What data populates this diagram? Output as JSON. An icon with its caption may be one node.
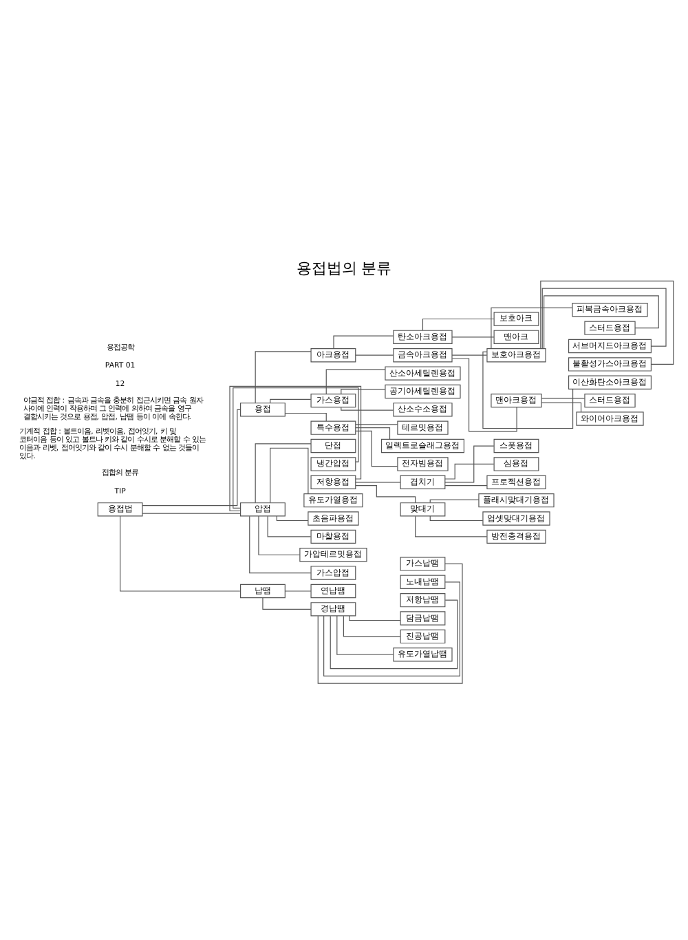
{
  "diagram": {
    "title": "용접법의 분류",
    "nodes": [
      {
        "text": [
          "용접법"
        ]
      },
      {
        "text": [
          "용접"
        ]
      },
      {
        "text": [
          "아크용접"
        ]
      },
      {
        "text": [
          "탄소아크용접"
        ]
      },
      {
        "text": [
          "보호아크"
        ]
      },
      {
        "text": [
          "맨아크"
        ]
      },
      {
        "text": [
          "금속아크용접"
        ]
      },
      {
        "text": [
          "보호아크용접"
        ]
      },
      {
        "text": [
          "피복금속아크용접"
        ]
      },
      {
        "text": [
          "스터드용접"
        ]
      },
      {
        "text": [
          "서브머지드아크용접"
        ]
      },
      {
        "text": [
          "불활성가스아크용접"
        ]
      },
      {
        "text": [
          "이산화탄소아크용접"
        ]
      },
      {
        "text": [
          "맨아크용접"
        ]
      },
      {
        "text": [
          "스터드용접"
        ]
      },
      {
        "text": [
          "와이어아크용접"
        ]
      },
      {
        "text": [
          "가스용접"
        ]
      },
      {
        "text": [
          "산소아세틸렌용접"
        ]
      },
      {
        "text": [
          "공기아세틸렌용접"
        ]
      },
      {
        "text": [
          "산소수소용접"
        ]
      },
      {
        "text": [
          "특수용접"
        ]
      },
      {
        "text": [
          "테르밋용접"
        ]
      },
      {
        "text": [
          "일렉트로슬래그용접"
        ]
      },
      {
        "text": [
          "전자빔용접"
        ]
      },
      {
        "text": [
          "압접"
        ]
      },
      {
        "text": [
          "단접"
        ]
      },
      {
        "text": [
          "냉간압접"
        ]
      },
      {
        "text": [
          "저항용접"
        ]
      },
      {
        "text": [
          "겹치기"
        ]
      },
      {
        "text": [
          "스폿용접"
        ]
      },
      {
        "text": [
          "심용접"
        ]
      },
      {
        "text": [
          "프로젝션용접"
        ]
      },
      {
        "text": [
          "맞대기"
        ]
      },
      {
        "text": [
          "플래시맞대기용접"
        ]
      },
      {
        "text": [
          "업셋맞대기용접"
        ]
      },
      {
        "text": [
          "방전충격용접"
        ]
      },
      {
        "text": [
          "유도가열용접"
        ]
      },
      {
        "text": [
          "초음파용접"
        ]
      },
      {
        "text": [
          "마찰용접"
        ]
      },
      {
        "text": [
          "가압테르밋용접"
        ]
      },
      {
        "text": [
          "가스압접"
        ]
      },
      {
        "text": [
          "납땜"
        ]
      },
      {
        "text": [
          "연납땜"
        ]
      },
      {
        "text": [
          "경납땜"
        ]
      },
      {
        "text": [
          "가스납땜"
        ]
      },
      {
        "text": [
          "노내납땜"
        ]
      },
      {
        "text": [
          "저항납땜"
        ]
      },
      {
        "text": [
          "담금납땜"
        ]
      },
      {
        "text": [
          "진공납땜"
        ]
      },
      {
        "text": [
          "유도가열납땜"
        ]
      }
    ],
    "edges": [
      {
        "from": 0,
        "to": 1,
        "arrow": "none"
      },
      {
        "from": 1,
        "to": 2,
        "arrow": "none"
      },
      {
        "from": 2,
        "to": 3,
        "arrow": "none"
      },
      {
        "from": 3,
        "to": 4,
        "arrow": "none"
      },
      {
        "from": 3,
        "to": 5,
        "arrow": "none"
      },
      {
        "from": 2,
        "to": 6,
        "arrow": "none"
      },
      {
        "from": 6,
        "to": 7,
        "arrow": "none"
      },
      {
        "from": 7,
        "to": 8,
        "arrow": "none"
      },
      {
        "from": 7,
        "to": 9,
        "arrow": "none"
      },
      {
        "from": 7,
        "to": 10,
        "arrow": "none"
      },
      {
        "from": 7,
        "to": 11,
        "arrow": "none"
      },
      {
        "from": 7,
        "to": 12,
        "arrow": "none"
      },
      {
        "from": 6,
        "to": 13,
        "arrow": "none"
      },
      {
        "from": 13,
        "to": 14,
        "arrow": "none"
      },
      {
        "from": 13,
        "to": 15,
        "arrow": "none"
      },
      {
        "from": 1,
        "to": 16,
        "arrow": "none"
      },
      {
        "from": 16,
        "to": 17,
        "arrow": "none"
      },
      {
        "from": 16,
        "to": 18,
        "arrow": "none"
      },
      {
        "from": 16,
        "to": 19,
        "arrow": "none"
      },
      {
        "from": 1,
        "to": 20,
        "arrow": "none"
      },
      {
        "from": 20,
        "to": 21,
        "arrow": "none"
      },
      {
        "from": 20,
        "to": 22,
        "arrow": "none"
      },
      {
        "from": 20,
        "to": 23,
        "arrow": "none"
      },
      {
        "from": 0,
        "to": 24,
        "arrow": "none"
      },
      {
        "from": 24,
        "to": 25,
        "arrow": "none"
      },
      {
        "from": 24,
        "to": 26,
        "arrow": "none"
      },
      {
        "from": 24,
        "to": 27,
        "arrow": "none"
      },
      {
        "from": 27,
        "to": 28,
        "arrow": "none"
      },
      {
        "from": 28,
        "to": 29,
        "arrow": "none"
      },
      {
        "from": 28,
        "to": 30,
        "arrow": "none"
      },
      {
        "from": 28,
        "to": 31,
        "arrow": "none"
      },
      {
        "from": 27,
        "to": 32,
        "arrow": "none"
      },
      {
        "from": 32,
        "to": 33,
        "arrow": "none"
      },
      {
        "from": 32,
        "to": 34,
        "arrow": "none"
      },
      {
        "from": 32,
        "to": 35,
        "arrow": "none"
      },
      {
        "from": 24,
        "to": 36,
        "arrow": "none"
      },
      {
        "from": 24,
        "to": 37,
        "arrow": "none"
      },
      {
        "from": 24,
        "to": 38,
        "arrow": "none"
      },
      {
        "from": 24,
        "to": 39,
        "arrow": "none"
      },
      {
        "from": 24,
        "to": 40,
        "arrow": "none"
      },
      {
        "from": 0,
        "to": 41,
        "arrow": "none"
      },
      {
        "from": 41,
        "to": 42,
        "arrow": "none"
      },
      {
        "from": 41,
        "to": 43,
        "arrow": "none"
      },
      {
        "from": 43,
        "to": 44,
        "arrow": "none"
      },
      {
        "from": 43,
        "to": 45,
        "arrow": "none"
      },
      {
        "from": 43,
        "to": 46,
        "arrow": "none"
      },
      {
        "from": 43,
        "to": 47,
        "arrow": "none"
      },
      {
        "from": 43,
        "to": 48,
        "arrow": "none"
      },
      {
        "from": 43,
        "to": 49,
        "arrow": "none"
      }
    ],
    "labels": [
      "TIP",
      "접합의 분류",
      "기계적 접합 : 볼트이음, 리벳이음, 접어잇기, 키 및 코터이음 등이 있고 볼트나 키와 같이 수시로 분해할 수 있는 이음과 리벳, 접어잇기와 같이 수시 분해할 수 없는 것들이 있다.",
      "야금적 접합 : 금속과 금속을 충분히 접근시키면 금속 원자 사이에 인력이 작용하며 그 인력에 의하여 금속을 영구 결합시키는 것으로 용접, 압접, 납땜 등이 이에 속한다.",
      "12",
      "PART 01",
      "용접공학"
    ]
  }
}
